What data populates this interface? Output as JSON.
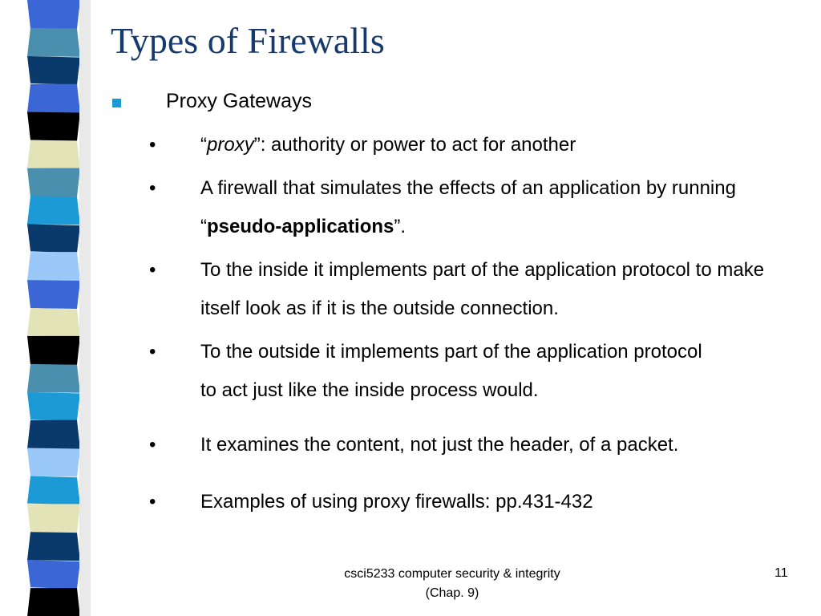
{
  "slide": {
    "title": "Types of Firewalls",
    "level1": "Proxy Gateways",
    "bullet_glyph": "•",
    "bullets": [
      {
        "q_open": "“",
        "term": "proxy",
        "q_close": "”",
        "rest": ": authority or power to act for another"
      },
      {
        "pre": "A firewall that simulates the effects of an application by running “",
        "bold": "pseudo-applications",
        "post": "”."
      },
      {
        "text": "To the inside it implements part of the application protocol to make itself look as if it is the outside connection."
      },
      {
        "text": "To the outside it implements part of the application protocol to act just like the inside process would."
      },
      {
        "text": "It examines the content, not just the header, of a packet."
      },
      {
        "text": "Examples of using proxy firewalls: pp.431-432"
      }
    ]
  },
  "footer": {
    "course": "csci5233 computer security & integrity (Chap. 9)",
    "page": "11"
  },
  "colors": {
    "title": "#163a6b",
    "bullet_square": "#1b9ad6",
    "strip": [
      "#1b9ad6",
      "#4a8fad",
      "#0a3a6c",
      "#3a66d6",
      "#000000",
      "#e2e4b8",
      "#9ac8f8"
    ]
  }
}
